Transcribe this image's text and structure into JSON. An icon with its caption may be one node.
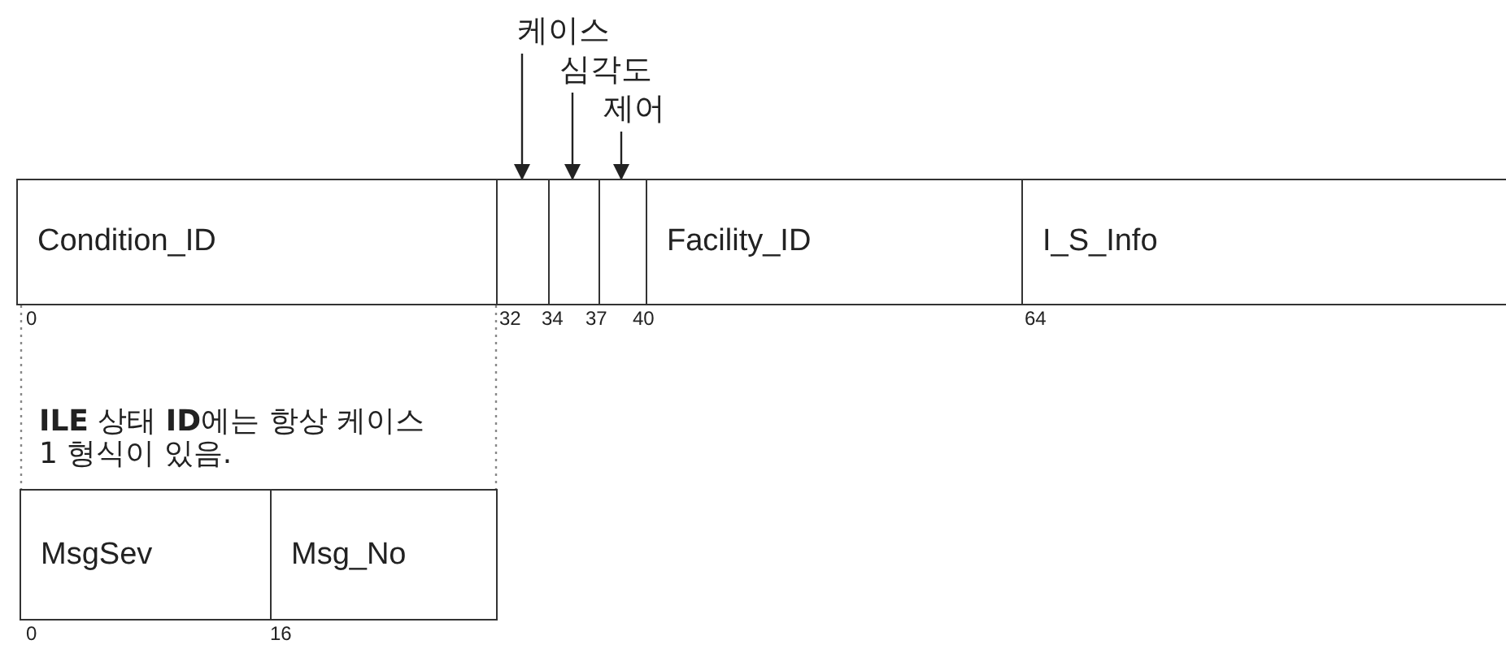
{
  "diagram": {
    "nodes": [
      {
        "text": [
          "Condition_ID"
        ]
      },
      {
        "text": [],
        "shape": "box"
      },
      {
        "text": [],
        "shape": "box"
      },
      {
        "text": [],
        "shape": "box"
      },
      {
        "text": [
          "Facility_ID"
        ]
      },
      {
        "text": [
          "I_S_Info"
        ]
      },
      {
        "text": [
          "케이스"
        ]
      },
      {
        "text": [
          "심각도"
        ]
      },
      {
        "text": [
          "제어"
        ]
      },
      {
        "text": [
          "MsgSev"
        ]
      },
      {
        "text": [
          "Msg_No"
        ]
      }
    ],
    "edges": [
      {
        "from": 6,
        "to": 1,
        "arrow": "to"
      },
      {
        "from": 7,
        "to": 2,
        "arrow": "to"
      },
      {
        "from": 8,
        "to": 3,
        "arrow": "to"
      },
      {
        "from": 0,
        "to": 9,
        "arrow": "none",
        "style": "dashed",
        "color": "#888888"
      },
      {
        "from": 0,
        "to": 10,
        "arrow": "none",
        "style": "dashed",
        "color": "#888888"
      }
    ],
    "labels": [
      "0",
      "32",
      "34",
      "37",
      "40",
      "64",
      "**ILE** 상태 **ID**에는 항상 케이스 1 형식이 있음.",
      "0",
      "16"
    ]
  }
}
